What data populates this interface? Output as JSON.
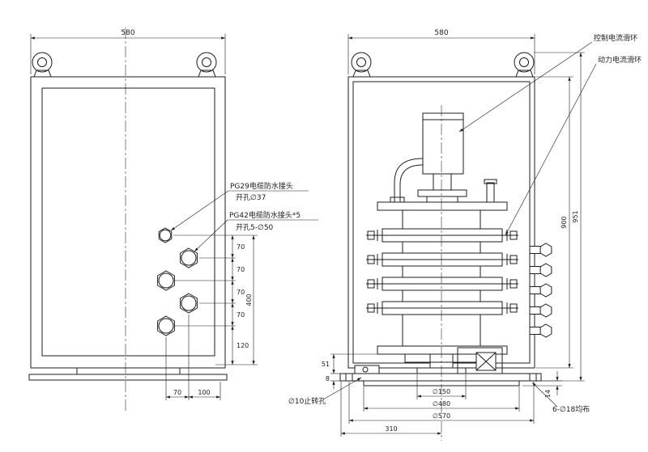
{
  "front_view": {
    "width_dim": "580",
    "labels": {
      "pg29_line1": "PG29电缆防水接头",
      "pg29_line2": "开孔∅37",
      "pg42_line1": "PG42电缆防水接头*5",
      "pg42_line2": "开孔5-∅50"
    },
    "pitch_dims": [
      "70",
      "70",
      "70",
      "70"
    ],
    "bottom_offset_dim": "120",
    "overall_dim": "400",
    "bottom_dims": [
      "70",
      "100"
    ]
  },
  "side_view": {
    "width_dim": "580",
    "labels": {
      "control_ring": "控制电流滑环",
      "power_ring": "动力电流滑环",
      "anti_rotation": "∅10止转孔",
      "bolt_pattern": "6-∅18均布"
    },
    "height_dim": "900",
    "overall_height_dim": "951",
    "base_dims": {
      "phi150": "∅150",
      "phi480": "∅480",
      "phi570": "∅570",
      "d310": "310",
      "d51": "51",
      "d8": "8",
      "d14": "14"
    }
  }
}
